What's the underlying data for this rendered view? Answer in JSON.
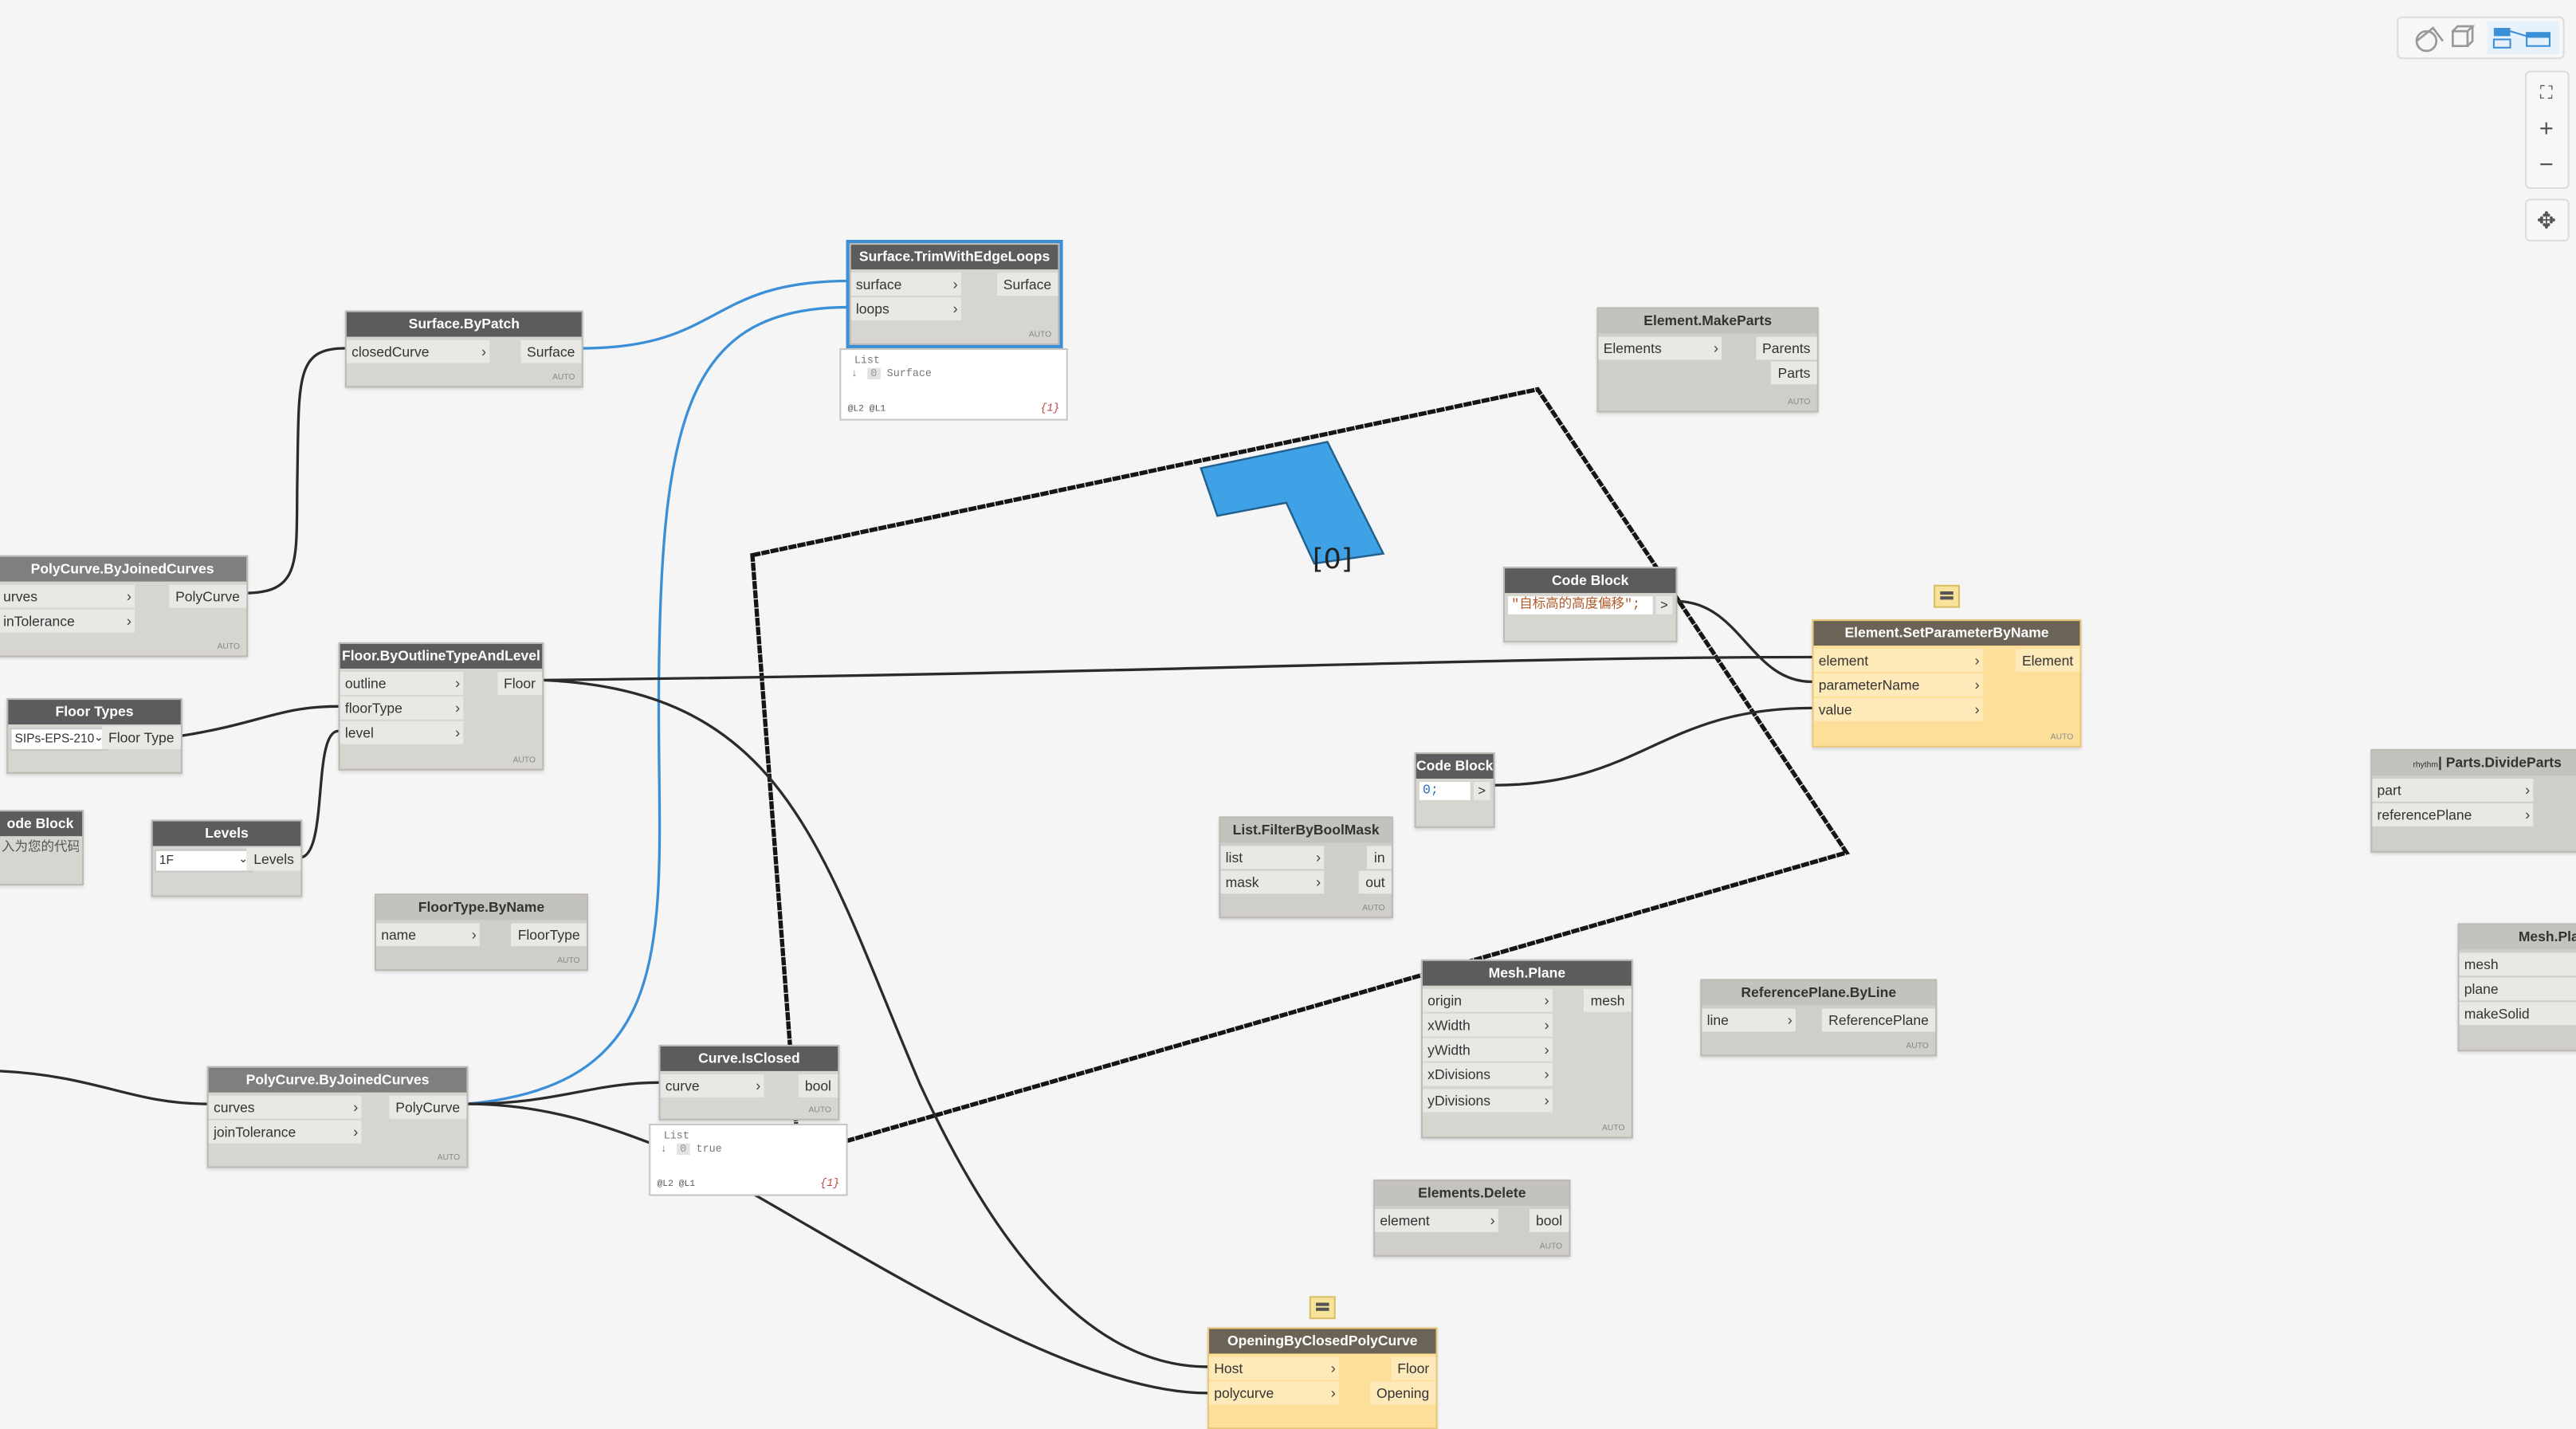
{
  "nodes": {
    "surface_trim": {
      "title": "Surface.TrimWithEdgeLoops",
      "inputs": [
        "surface",
        "loops"
      ],
      "outputs": [
        "Surface"
      ],
      "lacing": "AUTO"
    },
    "surface_bypatch": {
      "title": "Surface.ByPatch",
      "inputs": [
        "closedCurve"
      ],
      "outputs": [
        "Surface"
      ],
      "lacing": "AUTO"
    },
    "polycurve_top": {
      "title": "PolyCurve.ByJoinedCurves",
      "inputs": [
        "urves",
        "inTolerance"
      ],
      "outputs": [
        "PolyCurve"
      ],
      "lacing": "AUTO"
    },
    "floor_types": {
      "title": "Floor Types",
      "selected": "SIPs-EPS-210",
      "outputs": [
        "Floor Type"
      ]
    },
    "floor_byoutline": {
      "title": "Floor.ByOutlineTypeAndLevel",
      "inputs": [
        "outline",
        "floorType",
        "level"
      ],
      "outputs": [
        "Floor"
      ],
      "lacing": "AUTO"
    },
    "code_block_left": {
      "title": "ode Block",
      "code": "入为您的代码"
    },
    "levels": {
      "title": "Levels",
      "selected": "1F",
      "outputs": [
        "Levels"
      ]
    },
    "floortype_byname": {
      "title": "FloorType.ByName",
      "inputs": [
        "name"
      ],
      "outputs": [
        "FloorType"
      ],
      "lacing": "AUTO"
    },
    "polycurve_bottom": {
      "title": "PolyCurve.ByJoinedCurves",
      "inputs": [
        "curves",
        "joinTolerance"
      ],
      "outputs": [
        "PolyCurve"
      ],
      "lacing": "AUTO"
    },
    "curve_isclosed": {
      "title": "Curve.IsClosed",
      "inputs": [
        "curve"
      ],
      "outputs": [
        "bool"
      ],
      "lacing": "AUTO"
    },
    "element_makeparts": {
      "title": "Element.MakeParts",
      "inputs": [
        "Elements"
      ],
      "outputs": [
        "Parents",
        "Parts"
      ],
      "lacing": "AUTO"
    },
    "code_block_str": {
      "title": "Code Block",
      "code": "\"自标高的高度偏移\";",
      "out": ">"
    },
    "element_setparam": {
      "title": "Element.SetParameterByName",
      "inputs": [
        "element",
        "parameterName",
        "value"
      ],
      "outputs": [
        "Element"
      ],
      "lacing": "AUTO"
    },
    "code_block_zero": {
      "title": "Code Block",
      "code": "0;",
      "out": ">"
    },
    "list_filter": {
      "title": "List.FilterByBoolMask",
      "inputs": [
        "list",
        "mask"
      ],
      "outputs": [
        "in",
        "out"
      ],
      "lacing": "AUTO"
    },
    "mesh_plane": {
      "title": "Mesh.Plane",
      "inputs": [
        "origin",
        "xWidth",
        "yWidth",
        "xDivisions",
        "yDivisions"
      ],
      "outputs": [
        "mesh"
      ],
      "lacing": "AUTO"
    },
    "refplane_byline": {
      "title": "ReferencePlane.ByLine",
      "inputs": [
        "line"
      ],
      "outputs": [
        "ReferencePlane"
      ],
      "lacing": "AUTO"
    },
    "elements_delete": {
      "title": "Elements.Delete",
      "inputs": [
        "element"
      ],
      "outputs": [
        "bool"
      ],
      "lacing": "AUTO"
    },
    "opening": {
      "title": "OpeningByClosedPolyCurve",
      "inputs": [
        "Host",
        "polycurve"
      ],
      "outputs": [
        "Floor",
        "Opening"
      ]
    },
    "parts_divide": {
      "title": "Parts.DivideParts",
      "prefix": "rhythm",
      "inputs": [
        "part",
        "referencePlane"
      ]
    },
    "mesh_plane_right": {
      "title": "Mesh.Pla",
      "inputs": [
        "mesh",
        "plane",
        "makeSolid"
      ]
    }
  },
  "watch": {
    "trim": {
      "header": "List",
      "index": "0",
      "value": "Surface",
      "levels": "@L2 @L1",
      "count": "{1}"
    },
    "isclosed": {
      "header": "List",
      "index": "0",
      "value": "true",
      "levels": "@L2 @L1",
      "count": "{1}"
    }
  },
  "preview_label": "[0]",
  "colors": {
    "selected": "#3a8fd6",
    "preview_fill": "#3fa2e6",
    "wire": "#2b2b2b",
    "selected_wire": "#3a8fd6",
    "code_string": "#b05a2a",
    "note": "#f8e39a"
  },
  "toolbar": {
    "icons": [
      "geometry-view-icon",
      "node-view-icon",
      "zoom-to-fit-icon",
      "zoom-in-icon",
      "zoom-out-icon",
      "pan-icon"
    ]
  }
}
